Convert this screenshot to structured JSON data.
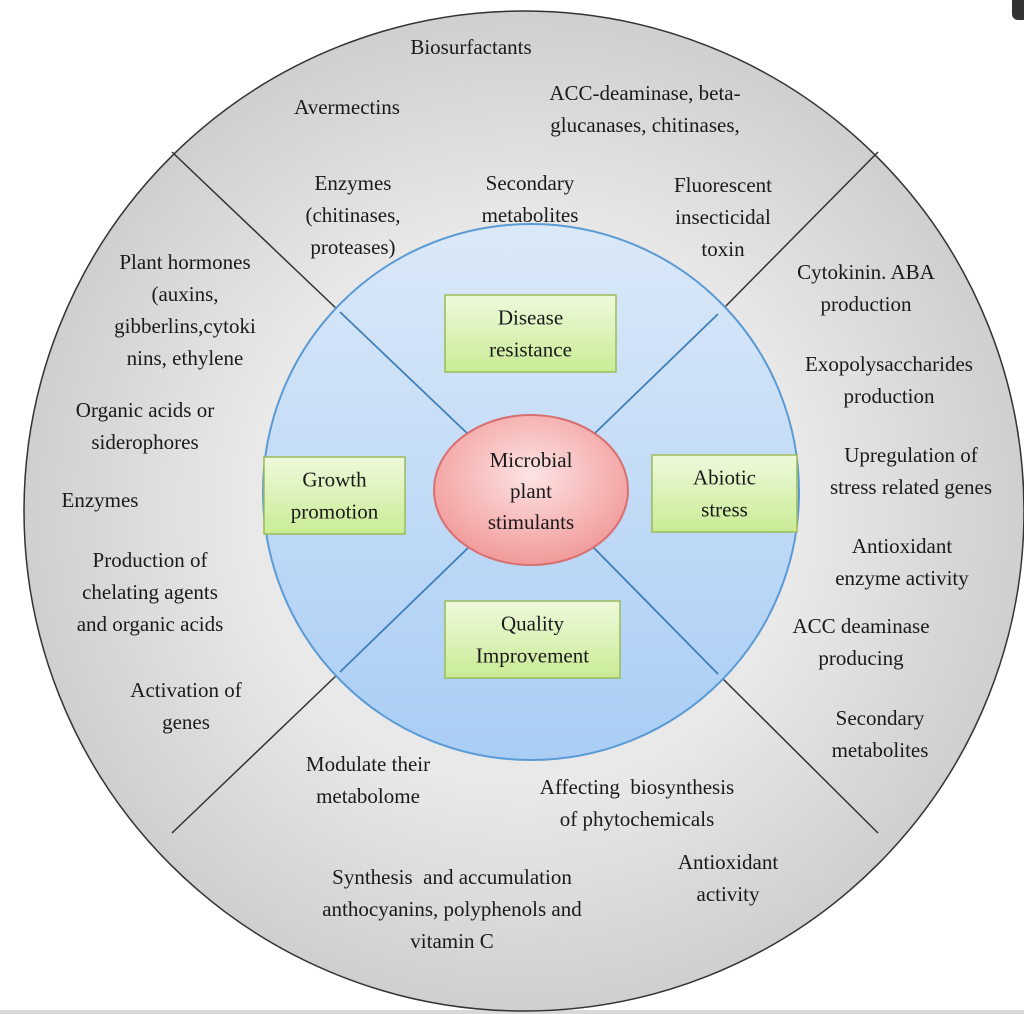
{
  "center": {
    "lines": [
      "Microbial",
      "plant",
      "stimulants"
    ]
  },
  "boxes": [
    {
      "id": "disease-resistance",
      "lines": [
        "Disease",
        "resistance"
      ]
    },
    {
      "id": "growth-promotion",
      "lines": [
        "Growth",
        "promotion"
      ]
    },
    {
      "id": "abiotic-stress",
      "lines": [
        "Abiotic",
        "stress"
      ]
    },
    {
      "id": "quality-improvement",
      "lines": [
        "Quality",
        "Improvement"
      ]
    }
  ],
  "labels": [
    {
      "sector": "top",
      "lines": [
        "Biosurfactants"
      ]
    },
    {
      "sector": "top",
      "lines": [
        "Avermectins"
      ]
    },
    {
      "sector": "top",
      "lines": [
        "ACC-deaminase, beta-",
        "glucanases, chitinases,"
      ]
    },
    {
      "sector": "top",
      "lines": [
        "Enzymes",
        "(chitinases,",
        "proteases)"
      ]
    },
    {
      "sector": "top",
      "lines": [
        "Secondary",
        "metabolites"
      ]
    },
    {
      "sector": "top",
      "lines": [
        "Fluorescent",
        "insecticidal",
        "toxin"
      ]
    },
    {
      "sector": "left",
      "lines": [
        "Plant hormones",
        "(auxins,",
        "gibberlins,cytoki",
        "nins, ethylene"
      ]
    },
    {
      "sector": "left",
      "lines": [
        "Organic acids or",
        "siderophores"
      ]
    },
    {
      "sector": "left",
      "lines": [
        "Enzymes"
      ]
    },
    {
      "sector": "left",
      "lines": [
        "Production of",
        "chelating agents",
        "and organic acids"
      ]
    },
    {
      "sector": "left",
      "lines": [
        "Activation of",
        "genes"
      ]
    },
    {
      "sector": "right",
      "lines": [
        "Cytokinin. ABA",
        "production"
      ]
    },
    {
      "sector": "right",
      "lines": [
        "Exopolysaccharides",
        "production"
      ]
    },
    {
      "sector": "right",
      "lines": [
        "Upregulation of",
        "stress related genes"
      ]
    },
    {
      "sector": "right",
      "lines": [
        "Antioxidant",
        "enzyme activity"
      ]
    },
    {
      "sector": "right",
      "lines": [
        "ACC deaminase",
        "producing"
      ]
    },
    {
      "sector": "right",
      "lines": [
        "Secondary",
        "metabolites"
      ]
    },
    {
      "sector": "bottom",
      "lines": [
        "Modulate their",
        "metabolome"
      ]
    },
    {
      "sector": "bottom",
      "lines": [
        "Affecting  biosynthesis",
        "of phytochemicals"
      ]
    },
    {
      "sector": "bottom",
      "lines": [
        "Synthesis  and accumulation",
        "anthocyanins, polyphenols and",
        "vitamin C"
      ]
    },
    {
      "sector": "bottom",
      "lines": [
        "Antioxidant",
        "activity"
      ]
    }
  ],
  "colors": {
    "outer": "#d6d6d6",
    "inner": "#bcd6f3",
    "box": "#d9f0b0",
    "center": "#f4a9a9"
  }
}
